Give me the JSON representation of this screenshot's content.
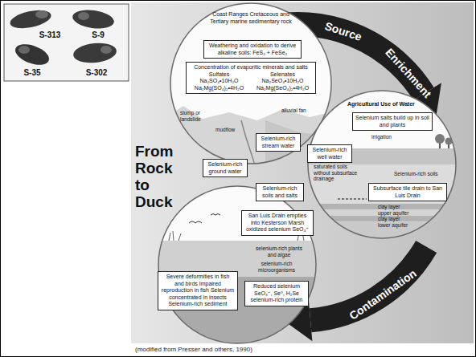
{
  "diagram": {
    "title": "From Rock to Duck",
    "caption": "(modified from Presser and others, 1990)",
    "nodes": [
      {
        "text": [
          "Weathering and oxidation to derive alkaline soils: FeS₂ + FeSe₂"
        ]
      },
      {
        "text": [
          "Concentration of evaporitic minerals and salts",
          "Sulfates",
          "Selenates",
          "Na₂SO₄•10H₂O",
          "Na₂SeO₄•10H₂O",
          "Na₂Mg(SO₄)₂•4H₂O",
          "Na₂Mg(SeO₄)₂•4H₂O"
        ]
      },
      {
        "text": [
          "Selenium-rich stream water"
        ]
      },
      {
        "text": [
          "Selenium-rich ground water"
        ]
      },
      {
        "text": [
          "Selenium-rich soils and salts"
        ]
      },
      {
        "text": [
          "Selenium salts build up in soil and plants"
        ]
      },
      {
        "text": [
          "Selenium-rich well water"
        ]
      },
      {
        "text": [
          "Subsurface tile drain to San Luis Drain"
        ]
      },
      {
        "text": [
          "San Luis Drain empties into Kesterson Marsh oxidized selenium SeO₄⁼"
        ]
      },
      {
        "text": [
          "Severe deformities in fish and birds Impaired reproduction in fish Selenium concentrated in insects Selenium-rich sediment"
        ]
      },
      {
        "text": [
          "Reduced selenium SeO₃⁼, Se⁰, H₂Se selenium-rich protein"
        ]
      }
    ],
    "labels": [
      "S-313",
      "S-9",
      "S-35",
      "S-302",
      "Source",
      "Enrichment",
      "Contamination",
      "Coast Ranges Cretaceous and Tertiary marine sedimentary rock",
      "slump or landslide",
      "alluvial fan",
      "mudflow",
      "Agricultural Use of Water",
      "irrigation",
      "Selenium-rich soils",
      "saturated soils without subsurface drainage",
      "clay layer",
      "upper aquifer",
      "clay layer",
      "lower aquifer",
      "selenium-rich plants and algae",
      "selenium-rich microorganisms"
    ]
  }
}
